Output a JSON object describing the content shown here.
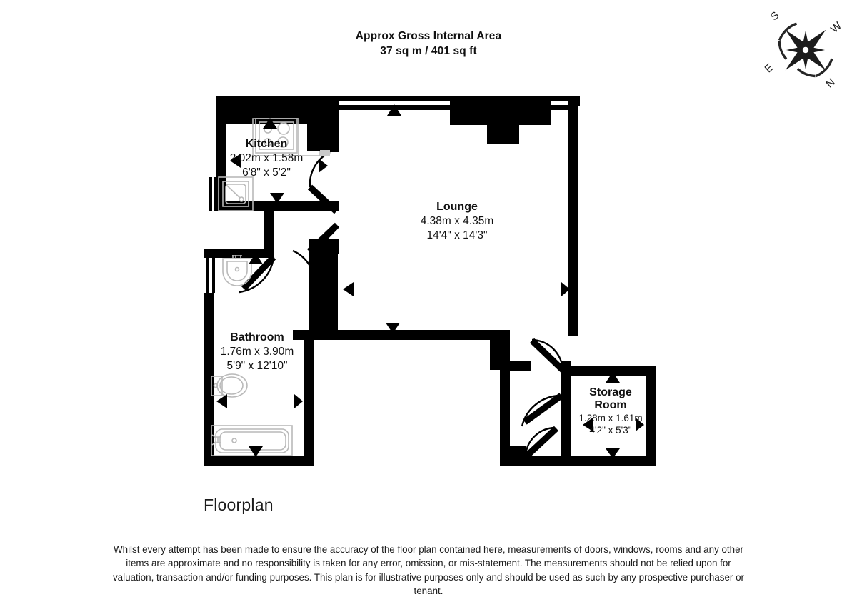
{
  "header": {
    "line1": "Approx Gross Internal Area",
    "line2": "37 sq m / 401 sq ft"
  },
  "compass": {
    "label_top_left": "S",
    "label_top_right": "W",
    "label_bottom_left": "E",
    "label_bottom_right": "N"
  },
  "rooms": [
    {
      "key": "kitchen",
      "name": "Kitchen",
      "dim_metric": "2.02m x 1.58m",
      "dim_imperial": "6'8\" x 5'2\"",
      "fixtures": [
        "hob",
        "sink"
      ]
    },
    {
      "key": "lounge",
      "name": "Lounge",
      "dim_metric": "4.38m x 4.35m",
      "dim_imperial": "14'4\" x 14'3\"",
      "fixtures": []
    },
    {
      "key": "bathroom",
      "name": "Bathroom",
      "dim_metric": "1.76m x 3.90m",
      "dim_imperial": "5'9\" x 12'10\"",
      "fixtures": [
        "wash-basin",
        "toilet",
        "bathtub"
      ]
    },
    {
      "key": "storage",
      "name_line1": "Storage",
      "name_line2": "Room",
      "dim_metric": "1.28m x 1.61m",
      "dim_imperial": "4'2\" x 5'3\"",
      "fixtures": []
    }
  ],
  "footer": {
    "title": "Floorplan",
    "disclaimer": "Whilst every attempt has been made to ensure the accuracy of the floor plan contained here, measurements of doors, windows, rooms and any other items are approximate and no responsibility is taken for any error, omission, or mis-statement. The measurements should not be relied upon for valuation, transaction and/or funding purposes. This plan is for illustrative purposes only and should be used as such by any prospective purchaser or tenant."
  },
  "colors": {
    "wall": "#000000",
    "fixture_outline": "#b9b9b9",
    "background": "#ffffff",
    "text": "#111111"
  }
}
